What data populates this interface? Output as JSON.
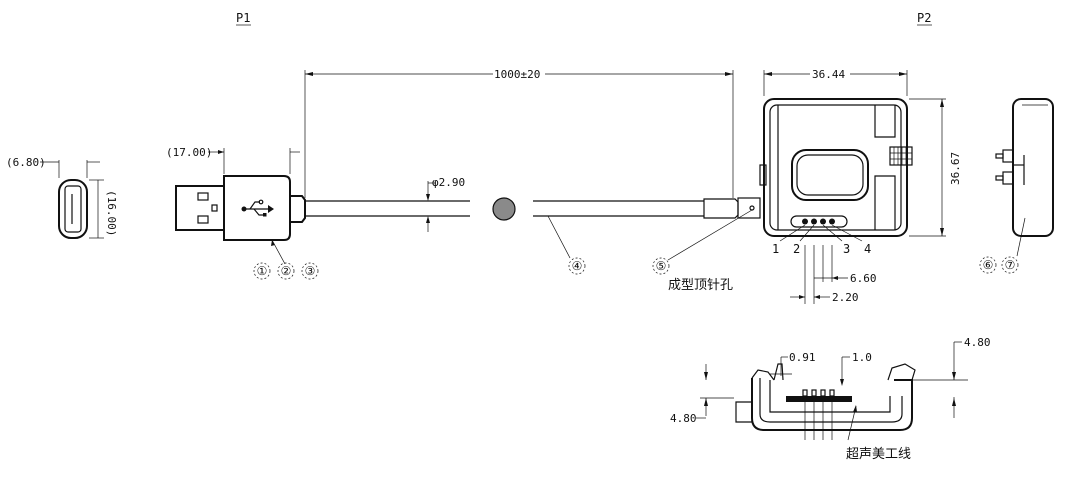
{
  "views": {
    "p1": "P1",
    "p2": "P2"
  },
  "dimensions": {
    "usb_height": "(6.80)",
    "usb_width": "(16.00)",
    "plug_length": "(17.00)",
    "cable_length": "1000±20",
    "cable_diameter": "φ2.90",
    "body_width": "36.44",
    "body_height": "36.67",
    "pin_pitch_outer": "6.60",
    "pin_pitch_inner": "2.20",
    "side_thickness": "0.91",
    "side_offset": "1.0",
    "side_height_right": "4.80",
    "side_height_left": "4.80"
  },
  "callouts": [
    "①",
    "②",
    "③",
    "④",
    "⑤",
    "⑥",
    "⑦"
  ],
  "pins": [
    "1",
    "2",
    "3",
    "4"
  ],
  "notes": {
    "ejector_hole": "成型顶针孔",
    "ultrasonic_line": "超声美工线"
  }
}
